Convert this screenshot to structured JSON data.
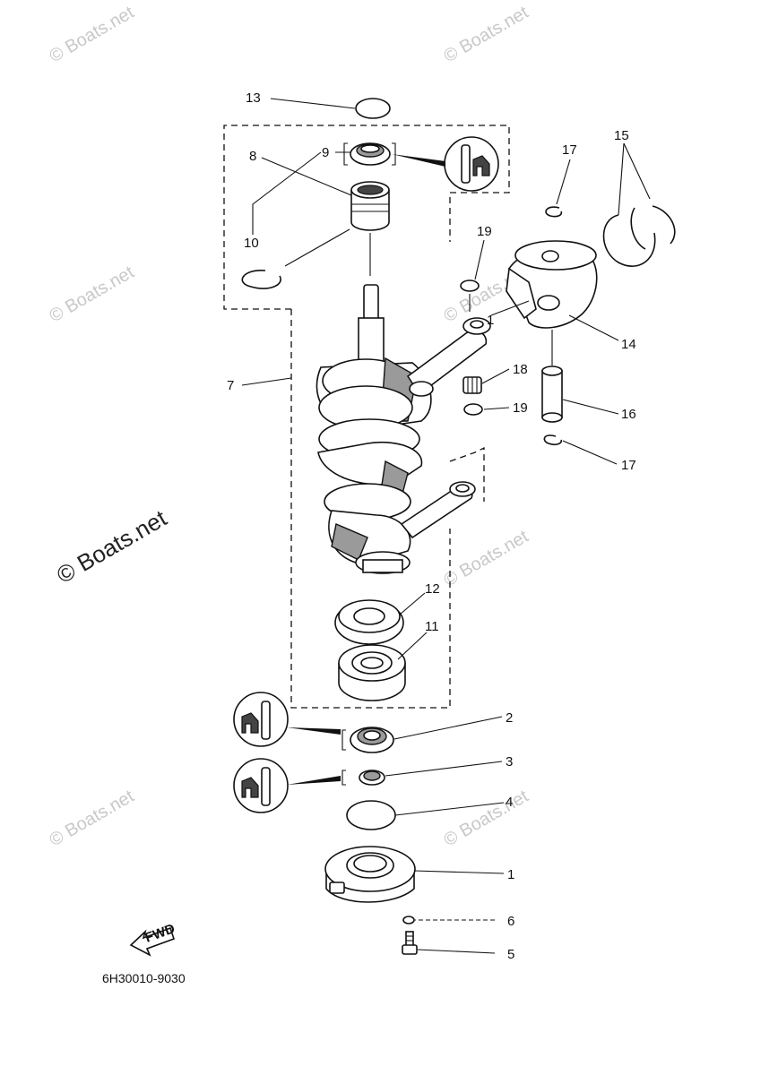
{
  "watermark": {
    "text": "© Boats.net"
  },
  "diagram_code": "6H30010-9030",
  "fwd_label": "FWD",
  "callouts": [
    "13",
    "9",
    "8",
    "10",
    "7",
    "17",
    "15",
    "19",
    "1",
    "14",
    "18",
    "19",
    "16",
    "17",
    "12",
    "11",
    "2",
    "3",
    "4",
    "1",
    "6",
    "5"
  ]
}
